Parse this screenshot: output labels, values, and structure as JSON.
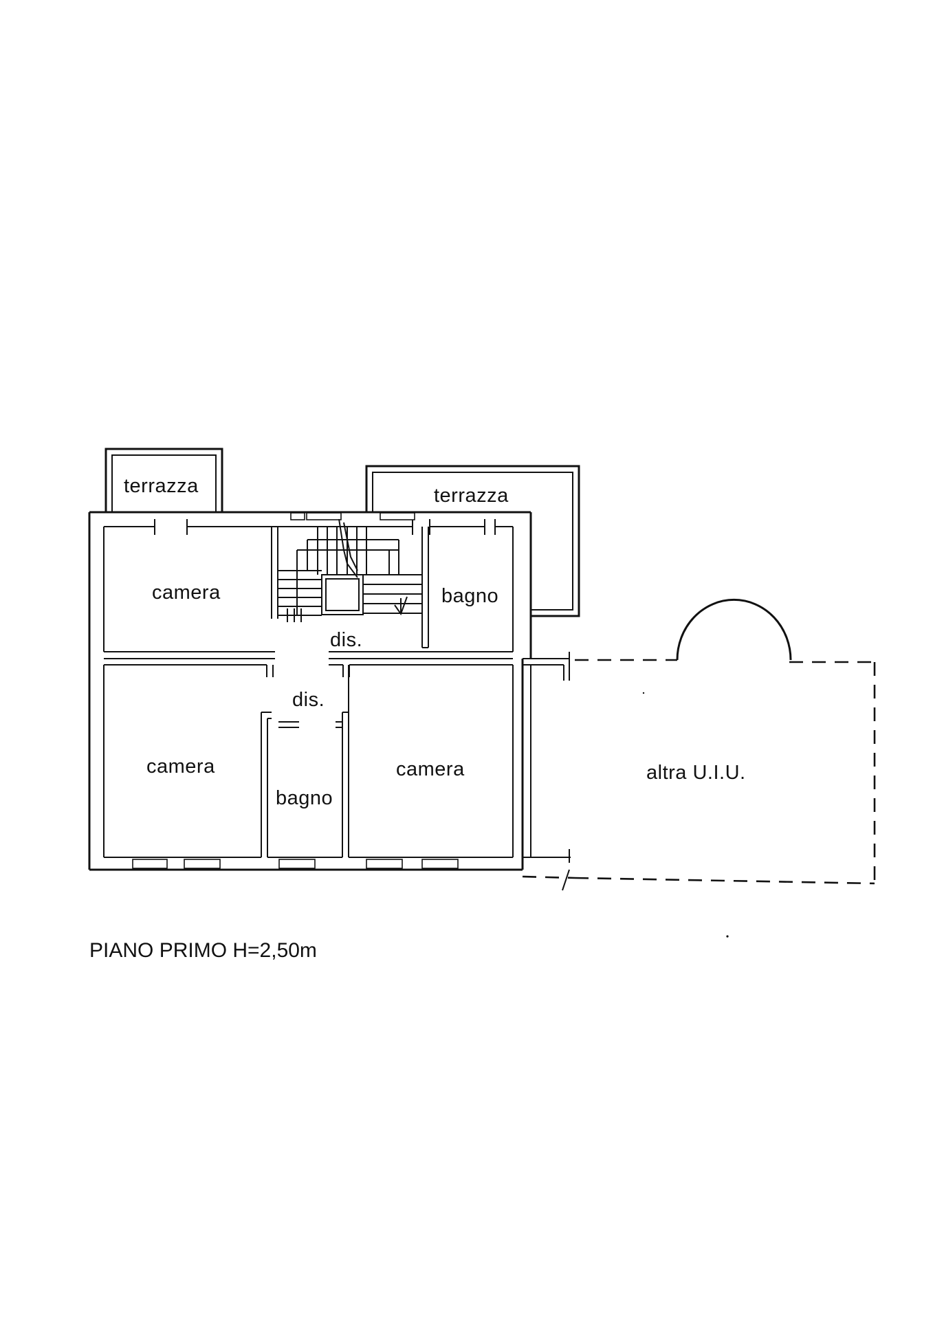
{
  "plan": {
    "rooms": {
      "terrazza_left": "terrazza",
      "terrazza_right": "terrazza",
      "camera_top_left": "camera",
      "bagno_top_right": "bagno",
      "dis_upper": "dis.",
      "dis_lower": "dis.",
      "camera_bottom_left": "camera",
      "bagno_bottom": "bagno",
      "camera_bottom_right": "camera",
      "altra_uiu": "altra U.I.U."
    },
    "caption": "PIANO PRIMO H=2,50m"
  }
}
